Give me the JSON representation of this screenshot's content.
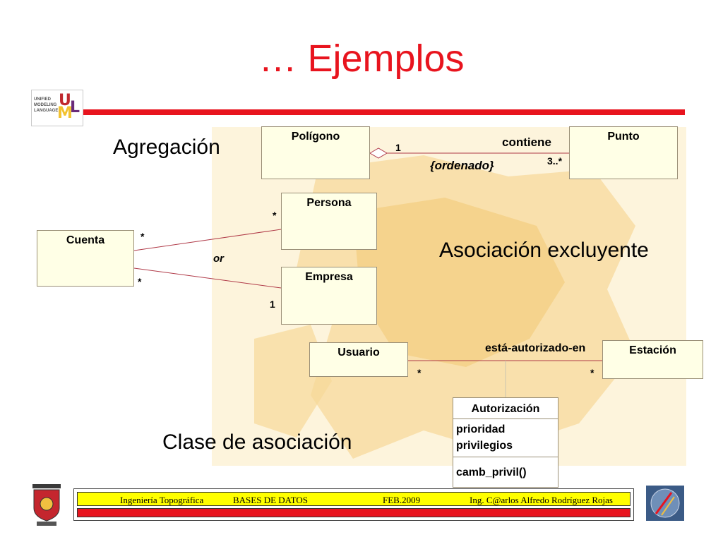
{
  "slide": {
    "title": "… Ejemplos",
    "logo_text": [
      "UNIFIED",
      "MODELING",
      "LANGUAGE"
    ],
    "logo_letters": [
      "U",
      "M",
      "L"
    ],
    "accent_color": "#e8141e",
    "labels": {
      "agregacion": "Agregación",
      "asociacion_excluyente": "Asociación excluyente",
      "clase_asociacion": "Clase de asociación"
    }
  },
  "diagram": {
    "classes": {
      "poligono": "Polígono",
      "punto": "Punto",
      "persona": "Persona",
      "cuenta": "Cuenta",
      "empresa": "Empresa",
      "usuario": "Usuario",
      "estacion": "Estación",
      "autorizacion": {
        "name": "Autorización",
        "attributes": [
          "prioridad",
          "privilegios"
        ],
        "operations": [
          "camb_privil()"
        ]
      }
    },
    "associations": {
      "contiene": {
        "label": "contiene",
        "constraint": "{ordenado}",
        "mult_source": "1",
        "mult_target": "3..*"
      },
      "or_assoc": {
        "label": "or",
        "mult_cuenta_persona": "*",
        "mult_persona": "*",
        "mult_cuenta_empresa": "*",
        "mult_empresa": "1"
      },
      "autorizado": {
        "label": "está-autorizado-en",
        "mult_usuario": "*",
        "mult_estacion": "*"
      }
    },
    "line_color": "#b03a48",
    "class_fill": "#ffffe6"
  },
  "footer": {
    "department": "Ingeniería Topográfica",
    "course": "BASES DE DATOS",
    "date": "FEB.2009",
    "author": "Ing. C@arlos Alfredo Rodríguez Rojas",
    "highlight_color": "#ffff00"
  }
}
